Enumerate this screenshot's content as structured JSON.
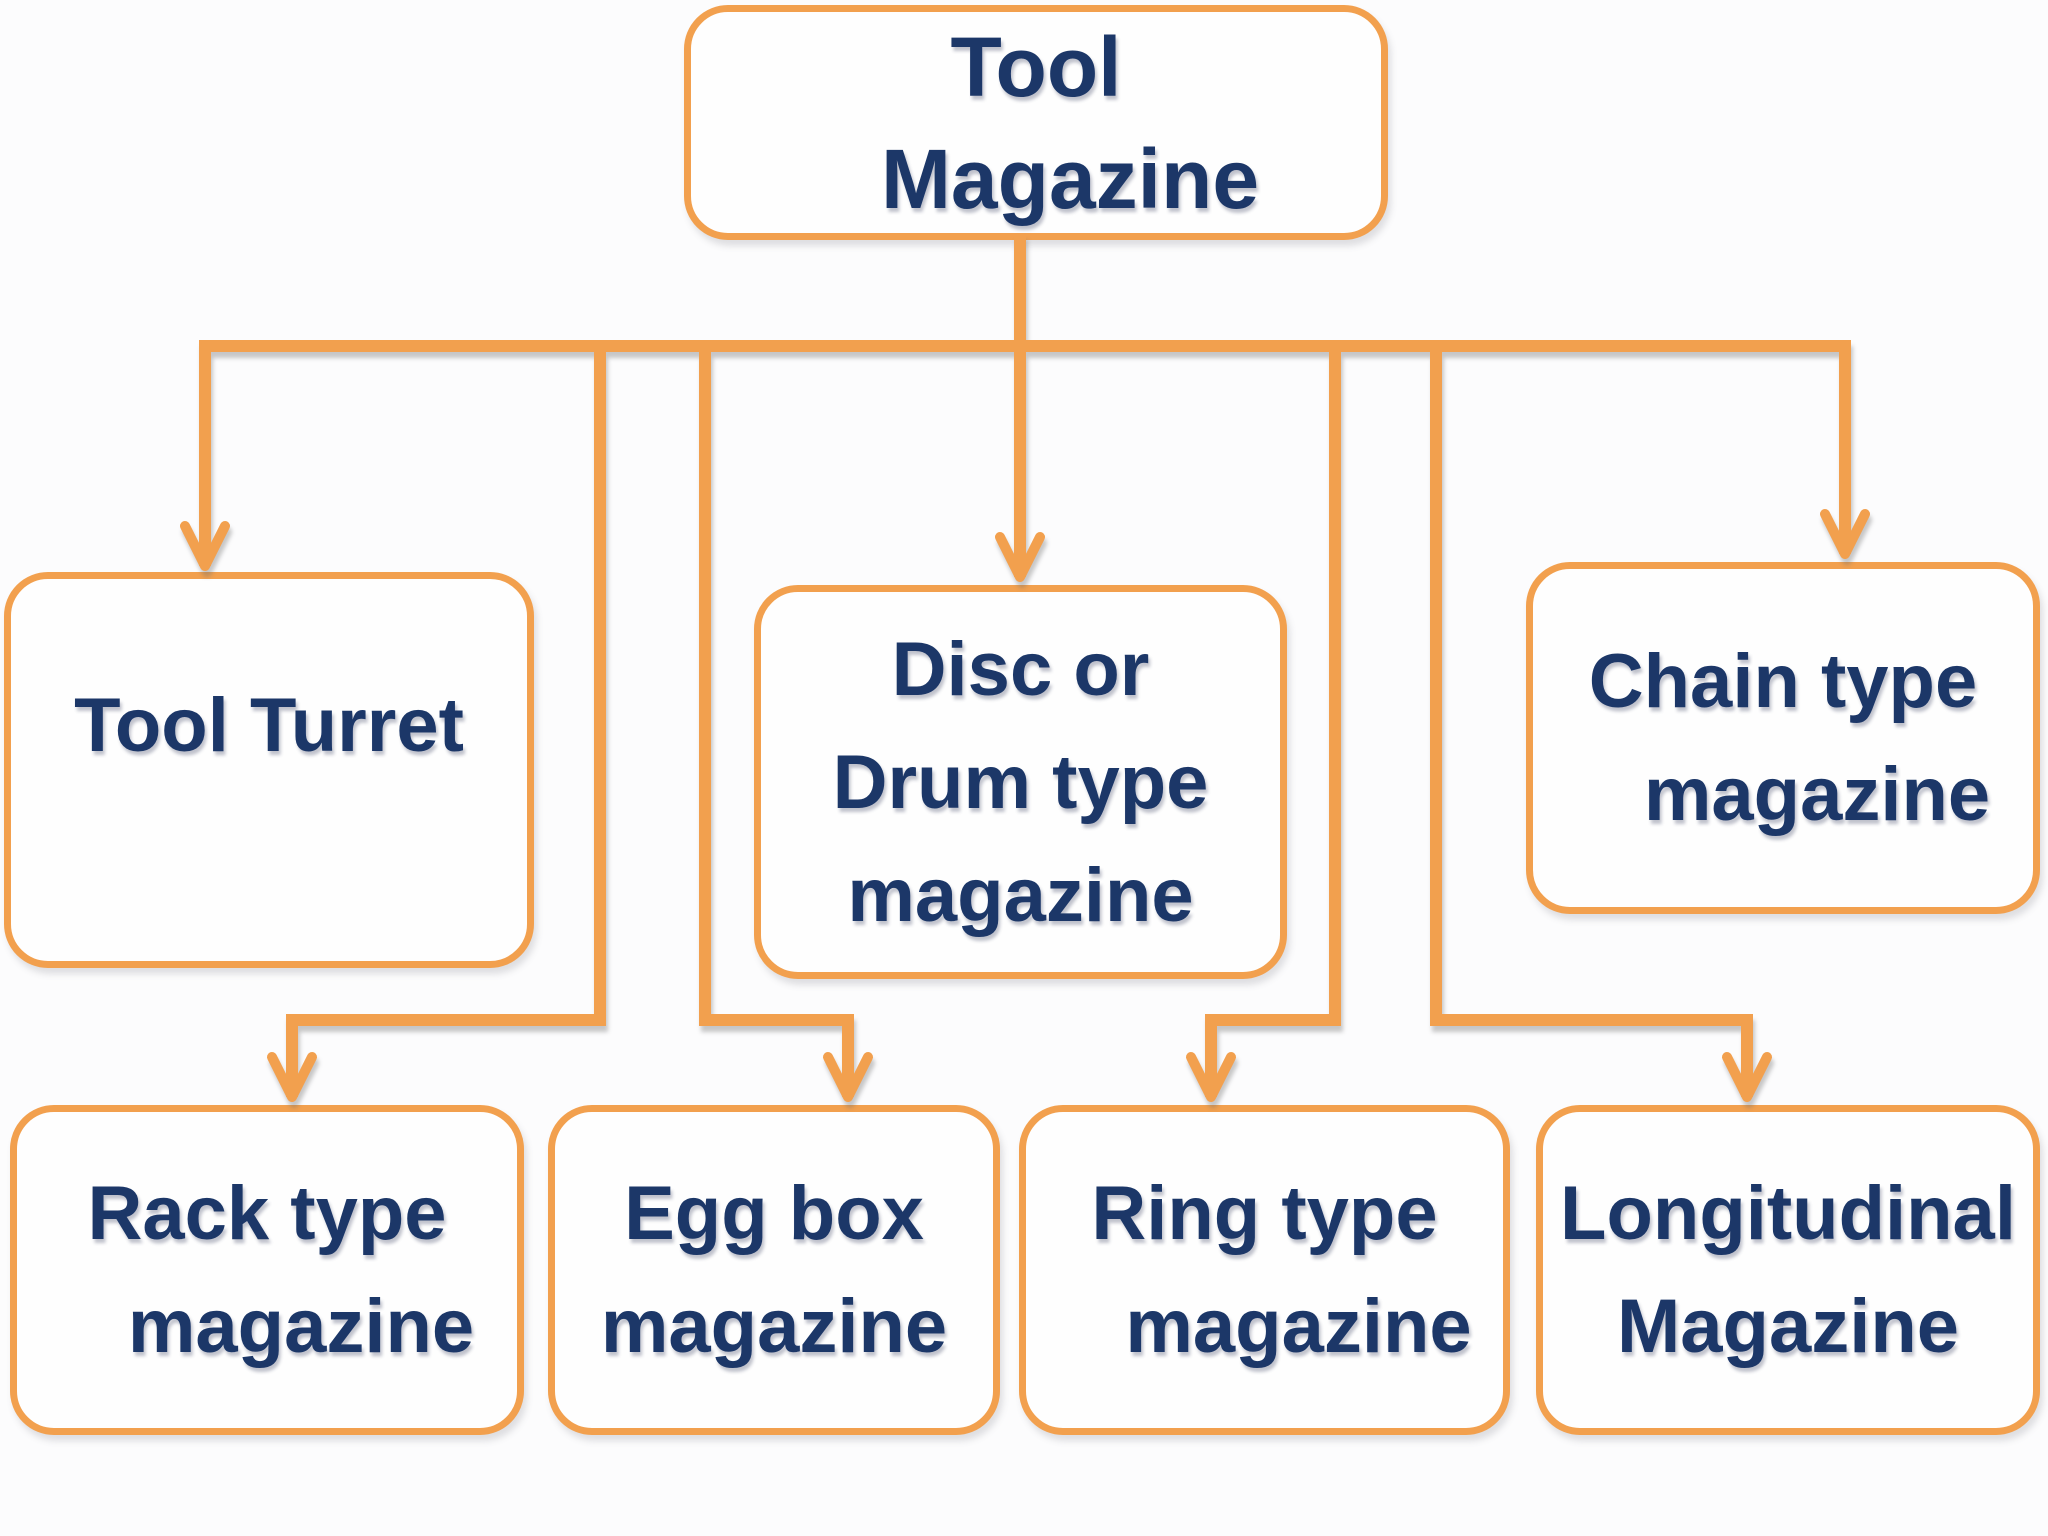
{
  "diagram": {
    "type": "flowchart",
    "topic": "Tool Magazine classification",
    "colors": {
      "accent_orange": "#F2A04E",
      "text_navy": "#1C3768",
      "box_fill": "#FEFEFE",
      "background": "#FCFCFD"
    },
    "nodes": {
      "root": {
        "id": "tool-magazine",
        "lines": [
          "Tool",
          "Magazine"
        ]
      },
      "tool_turret": {
        "id": "tool-turret",
        "lines": [
          "Tool Turret"
        ]
      },
      "disc_drum": {
        "id": "disc-drum-type-magazine",
        "lines": [
          "Disc or",
          "Drum type",
          "magazine"
        ]
      },
      "chain": {
        "id": "chain-type-magazine",
        "lines": [
          "Chain type",
          "magazine"
        ]
      },
      "rack": {
        "id": "rack-type-magazine",
        "lines": [
          "Rack type",
          "magazine"
        ]
      },
      "egg": {
        "id": "egg-box-magazine",
        "lines": [
          "Egg box",
          "magazine"
        ]
      },
      "ring": {
        "id": "ring-type-magazine",
        "lines": [
          "Ring type",
          "magazine"
        ]
      },
      "longitudinal": {
        "id": "longitudinal-magazine",
        "lines": [
          "Longitudinal",
          "Magazine"
        ]
      }
    },
    "edges": [
      {
        "from": "tool-magazine",
        "to": "tool-turret"
      },
      {
        "from": "tool-magazine",
        "to": "disc-drum-type-magazine"
      },
      {
        "from": "tool-magazine",
        "to": "chain-type-magazine"
      },
      {
        "from": "tool-magazine",
        "to": "rack-type-magazine"
      },
      {
        "from": "tool-magazine",
        "to": "egg-box-magazine"
      },
      {
        "from": "tool-magazine",
        "to": "ring-type-magazine"
      },
      {
        "from": "tool-magazine",
        "to": "longitudinal-magazine"
      }
    ]
  }
}
